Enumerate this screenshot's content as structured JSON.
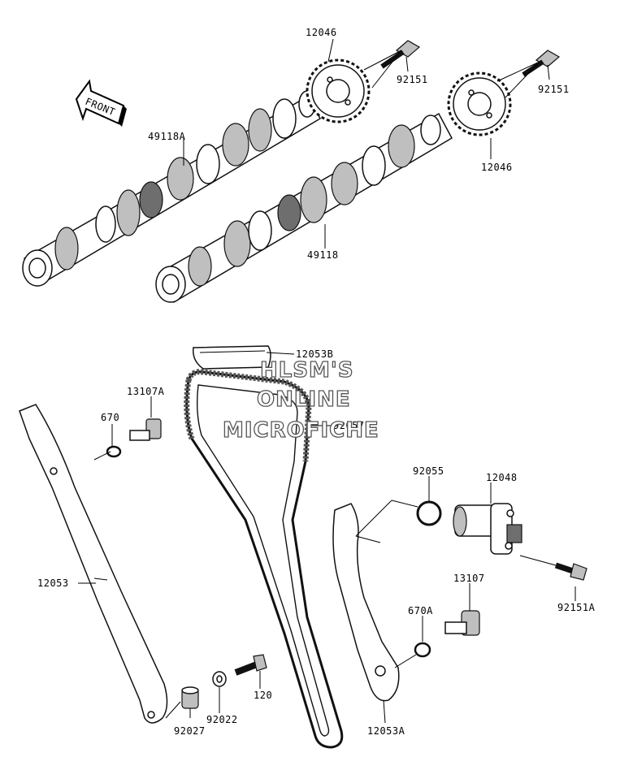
{
  "front_label": "FRONT",
  "watermark": {
    "line1": "HLSM'S",
    "line2": "ONLINE",
    "line3": "MICROFICHE"
  },
  "parts": {
    "p12046_top": "12046",
    "p92151_left": "92151",
    "p92151_right": "92151",
    "p49118A": "49118A",
    "p12046_right": "12046",
    "p49118": "49118",
    "p12053B": "12053B",
    "p13107A": "13107A",
    "p670": "670",
    "p92057": "92057",
    "p92055": "92055",
    "p12048": "12048",
    "p12053": "12053",
    "p13107": "13107",
    "p92151A": "92151A",
    "p670A": "670A",
    "p120": "120",
    "p92022": "92022",
    "p92027": "92027",
    "p12053A": "12053A"
  },
  "icons": {
    "front_arrow": "front-arrow-icon"
  }
}
